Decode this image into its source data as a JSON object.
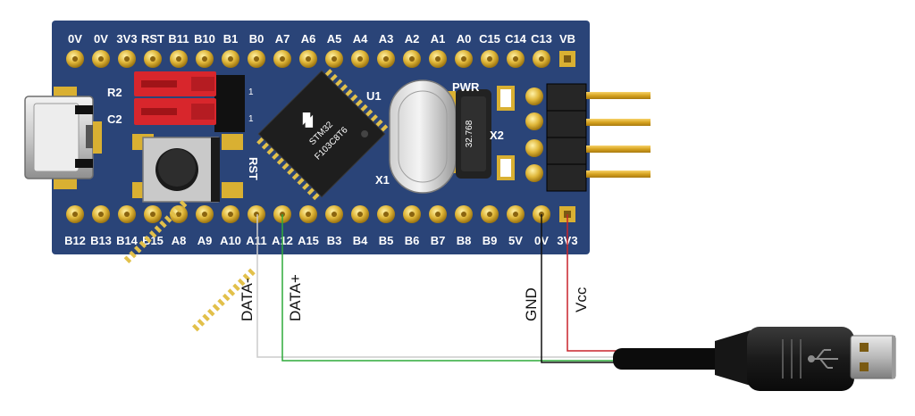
{
  "board": {
    "top_pins": [
      "0V",
      "0V",
      "3V3",
      "RST",
      "B11",
      "B10",
      "B1",
      "B0",
      "A7",
      "A6",
      "A5",
      "A4",
      "A3",
      "A2",
      "A1",
      "A0",
      "C15",
      "C14",
      "C13",
      "VB"
    ],
    "bottom_pins": [
      "B12",
      "B13",
      "B14",
      "B15",
      "A8",
      "A9",
      "A10",
      "A11",
      "A12",
      "A15",
      "B3",
      "B4",
      "B5",
      "B6",
      "B7",
      "B8",
      "B9",
      "5V",
      "0V",
      "3V3"
    ],
    "components": {
      "r2": "R2",
      "c2": "C2",
      "rst": "RST",
      "u1": "U1",
      "x1": "X1",
      "x2": "X2",
      "pwr": "PWR"
    },
    "chip": {
      "line1": "STM32",
      "line2": "F103C8T6"
    },
    "crystal2_text": "32.768"
  },
  "wires": {
    "data_minus": "DATA-",
    "data_plus": "DATA+",
    "gnd": "GND",
    "vcc": "Vcc"
  },
  "colors": {
    "pcb": "#2a4478",
    "pad_gold": "#d9b032",
    "wire_data_minus": "#cccccc",
    "wire_data_plus": "#2eaa3a",
    "wire_gnd": "#111111",
    "wire_vcc": "#c8242b"
  }
}
